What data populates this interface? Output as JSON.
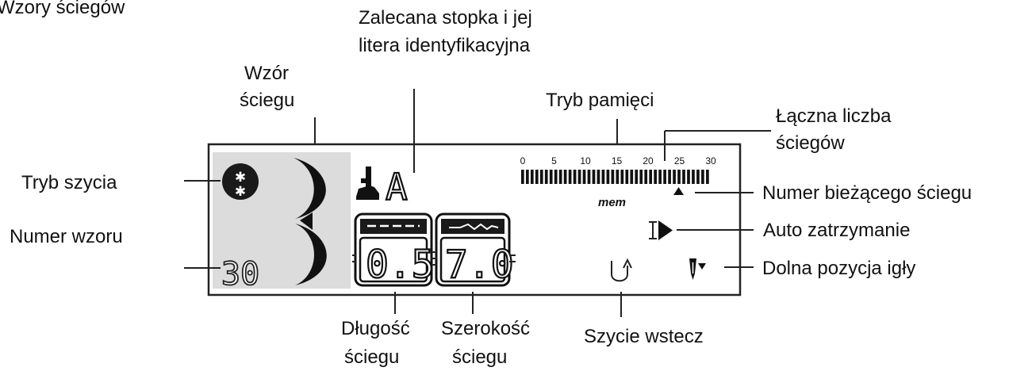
{
  "header": {
    "title": "Wzory ściegów"
  },
  "display": {
    "pattern_number": "30",
    "foot_letter": "A",
    "stitch_length": "0.5",
    "stitch_width": "7.0",
    "memory_scale": [
      "0",
      "5",
      "10",
      "15",
      "20",
      "25",
      "30"
    ],
    "memory_label": "mem"
  },
  "labels": {
    "pattern": [
      "Wzór",
      "ściegu"
    ],
    "foot": [
      "Zalecana stopka i jej",
      "litera identyfikacyjna"
    ],
    "memory_mode": "Tryb pamięci",
    "total_stitches": [
      "Łączna liczba",
      "ściegów"
    ],
    "sewing_mode": "Tryb szycia",
    "pattern_number": "Numer wzoru",
    "current_stitch": "Numer bieżącego ściegu",
    "auto_stop": "Auto zatrzymanie",
    "needle_down": "Dolna pozycja igły",
    "length": [
      "Długość",
      "ściegu"
    ],
    "width": [
      "Szerokość",
      "ściegu"
    ],
    "reverse": "Szycie wstecz"
  }
}
